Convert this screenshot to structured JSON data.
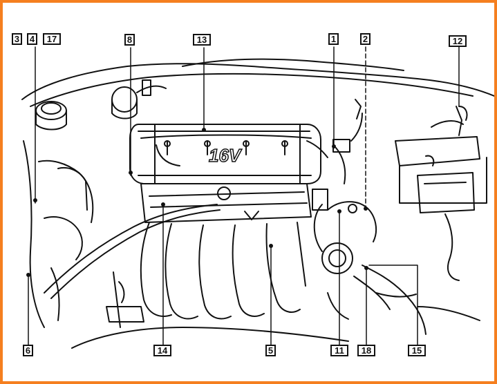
{
  "diagram": {
    "callouts": {
      "c3": "3",
      "c4": "4",
      "c17": "17",
      "c8": "8",
      "c13": "13",
      "c1": "1",
      "c2": "2",
      "c12": "12",
      "c6": "6",
      "c14": "14",
      "c5": "5",
      "c11": "11",
      "c18": "18",
      "c15": "15"
    },
    "engine_cover_text": "16V"
  },
  "colors": {
    "frame_border": "#f57f1f",
    "ink": "#111111",
    "background": "#ffffff"
  }
}
